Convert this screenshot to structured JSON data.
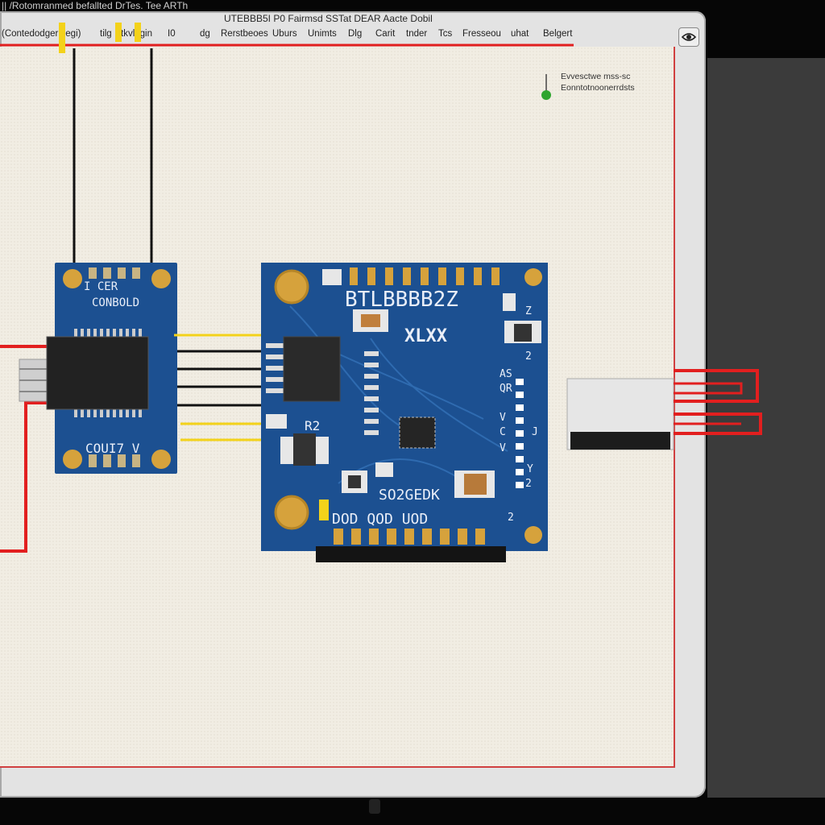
{
  "titlebar": {
    "text": "|| /Rotomranmed befallted DrTes. Tee ARTh"
  },
  "window": {
    "title": "UTEBBB5I P0 Fairmsd SSTat DEAR Aacte Dobil"
  },
  "menu": {
    "items": [
      "(Contedodgernlegi)",
      "tilg",
      "tkvlagin",
      "I0",
      "dg",
      "Rerstbeoes",
      "Uburs",
      "Unimts",
      "Dlg",
      "Carit",
      "tnder",
      "Tcs",
      "Fresseou",
      "uhat",
      "Belgert"
    ]
  },
  "legend": {
    "line1": "Evvesctwe mss-sc",
    "line2": "Eonntotnoonerrdsts"
  },
  "left_board": {
    "label_top": "I CER",
    "label_mid": "CONBOLD",
    "label_bottom": "COUI7 V"
  },
  "main_board": {
    "label_top": "BTLBBBB2Z",
    "label_logo": "XLXX",
    "label_mid": "SO2GEDK",
    "label_bottom": "DOD QOD UOD",
    "label_r": "R2",
    "side_labels": [
      "Z",
      "2",
      "AS",
      "QR",
      "V",
      "C",
      "J",
      "V",
      "Y",
      "2",
      "2"
    ]
  },
  "colors": {
    "pcb": "#1c5091",
    "wire_red": "#e21f1f",
    "wire_yellow": "#f3d21a",
    "pad_gold": "#d6a23c",
    "canvas": "#f1ede3"
  },
  "icons": {
    "view_toggle": "eye-icon",
    "indicator": "green-dot-icon"
  }
}
